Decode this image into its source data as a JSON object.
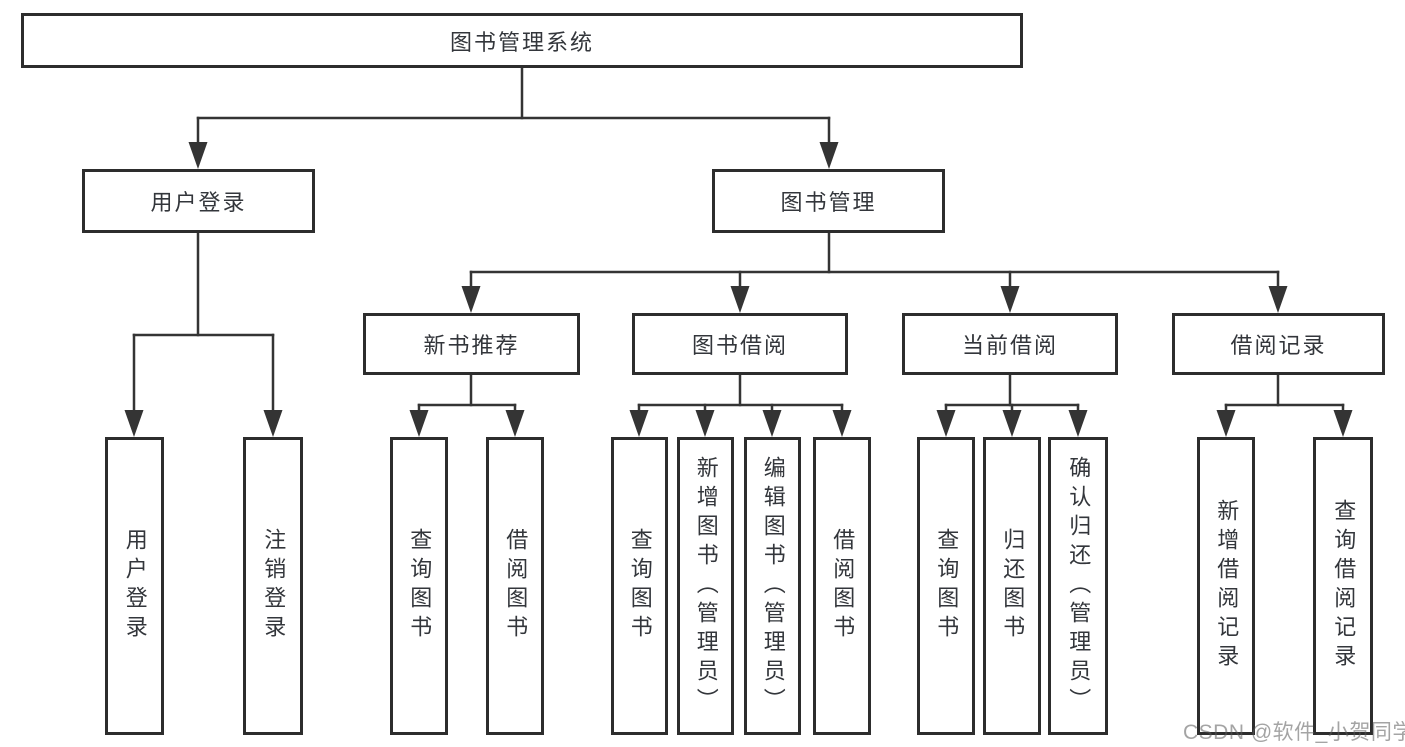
{
  "tree": {
    "root": "图书管理系统",
    "user_login": {
      "label": "用户登录",
      "children": [
        "用户登录",
        "注销登录"
      ]
    },
    "book_management": {
      "label": "图书管理",
      "children": {
        "new_book_recommend": {
          "label": "新书推荐",
          "children": [
            "查询图书",
            "借阅图书"
          ]
        },
        "book_borrow": {
          "label": "图书借阅",
          "children": [
            "查询图书",
            "新增图书（管理员）",
            "编辑图书（管理员）",
            "借阅图书"
          ]
        },
        "current_borrow": {
          "label": "当前借阅",
          "children": [
            "查询图书",
            "归还图书",
            "确认归还（管理员）"
          ]
        },
        "borrow_records": {
          "label": "借阅记录",
          "children": [
            "新增借阅记录",
            "查询借阅记录"
          ]
        }
      }
    }
  },
  "watermark": "CSDN @软件_小贺同学",
  "colors": {
    "line": "#343434",
    "box_border": "#2d2d2d",
    "text": "#33363b",
    "watermark": "#a3a3a3"
  }
}
